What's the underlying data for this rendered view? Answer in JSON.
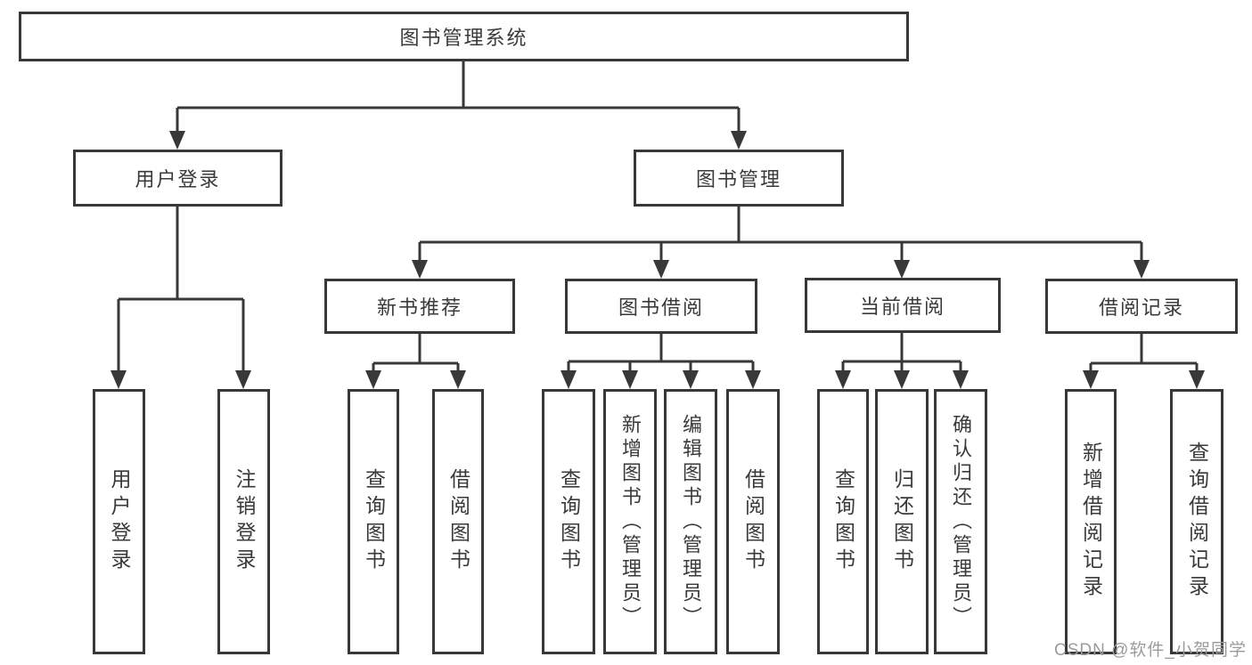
{
  "colors": {
    "line": "#383838",
    "box_border": "#383838",
    "text": "#3a3a3a",
    "background": "#ffffff",
    "watermark_text_color": "#9b9b9b"
  },
  "watermark": {
    "text": "CSDN @软件_小贺同学"
  },
  "tree": {
    "root": {
      "label": "图书管理系统"
    },
    "branches": [
      {
        "label": "用户登录",
        "children": [
          {
            "label": "用户登录"
          },
          {
            "label": "注销登录"
          }
        ]
      },
      {
        "label": "图书管理",
        "children": [
          {
            "label": "新书推荐",
            "children": [
              {
                "label": "查询图书"
              },
              {
                "label": "借阅图书"
              }
            ]
          },
          {
            "label": "图书借阅",
            "children": [
              {
                "label": "查询图书"
              },
              {
                "label": "新增图书（管理员）"
              },
              {
                "label": "编辑图书（管理员）"
              },
              {
                "label": "借阅图书"
              }
            ]
          },
          {
            "label": "当前借阅",
            "children": [
              {
                "label": "查询图书"
              },
              {
                "label": "归还图书"
              },
              {
                "label": "确认归还（管理员）"
              }
            ]
          },
          {
            "label": "借阅记录",
            "children": [
              {
                "label": "新增借阅记录"
              },
              {
                "label": "查询借阅记录"
              }
            ]
          }
        ]
      }
    ]
  }
}
